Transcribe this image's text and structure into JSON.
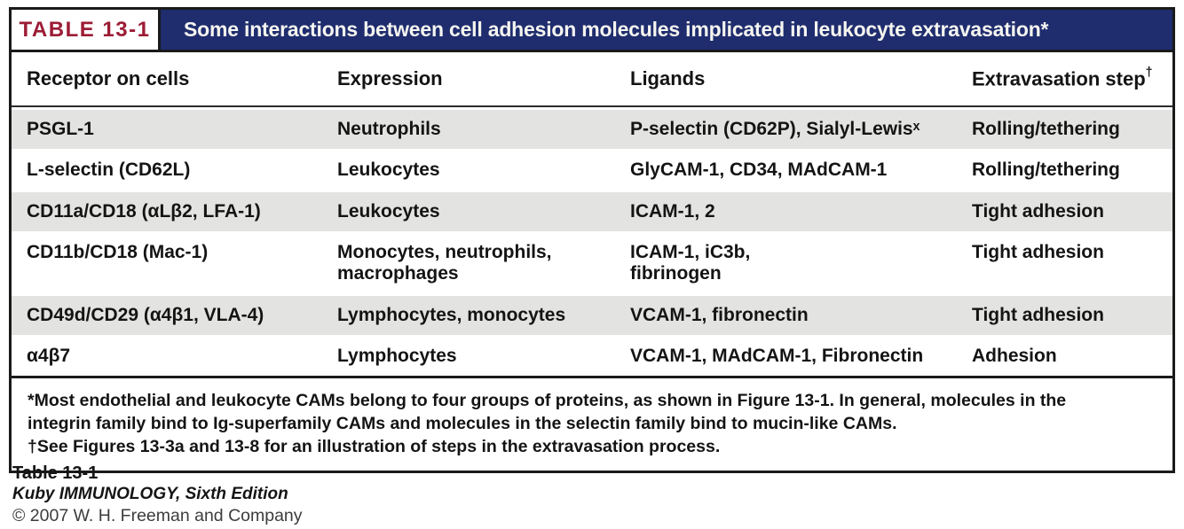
{
  "title": {
    "tag": "TABLE 13-1",
    "text": "Some interactions between cell adhesion molecules implicated in leukocyte extravasation*"
  },
  "columns": {
    "receptor": "Receptor on cells",
    "expression": "Expression",
    "ligands": "Ligands",
    "step": "Extravasation step",
    "step_sup": "†"
  },
  "rows": [
    {
      "receptor": "PSGL-1",
      "expression": "Neutrophils",
      "ligands": "P-selectin (CD62P), Sialyl-Lewisˣ",
      "step": "Rolling/tethering"
    },
    {
      "receptor": "L-selectin (CD62L)",
      "expression": "Leukocytes",
      "ligands": "GlyCAM-1, CD34, MAdCAM-1",
      "step": "Rolling/tethering"
    },
    {
      "receptor": "CD11a/CD18 (αLβ2, LFA-1)",
      "expression": "Leukocytes",
      "ligands": "ICAM-1, 2",
      "step": "Tight adhesion"
    },
    {
      "receptor": "CD11b/CD18 (Mac-1)",
      "expression": "Monocytes, neutrophils,\nmacrophages",
      "ligands": "ICAM-1, iC3b,\nfibrinogen",
      "step": "Tight adhesion"
    },
    {
      "receptor": "CD49d/CD29 (α4β1, VLA-4)",
      "expression": "Lymphocytes, monocytes",
      "ligands": "VCAM-1, fibronectin",
      "step": "Tight adhesion"
    },
    {
      "receptor": "α4β7",
      "expression": "Lymphocytes",
      "ligands": "VCAM-1, MAdCAM-1, Fibronectin",
      "step": "Adhesion"
    }
  ],
  "footnotes": {
    "asterisk": "*Most endothelial and leukocyte CAMs belong to four groups of proteins, as shown in Figure 13-1. In general, molecules in the\nintegrin family bind to Ig-superfamily CAMs and molecules in the selectin family bind to mucin-like CAMs.",
    "dagger": "†See Figures 13-3a and 13-8 for an illustration of steps in the extravasation process."
  },
  "caption": {
    "line1": "Table 13-1",
    "line2": "Kuby IMMUNOLOGY, Sixth Edition",
    "line3": "© 2007 W. H. Freeman and Company"
  },
  "colors": {
    "navy": "#1f2d6e",
    "crimson": "#9c1c35",
    "row_gray": "#e3e3e1",
    "border": "#1a1a1a"
  }
}
